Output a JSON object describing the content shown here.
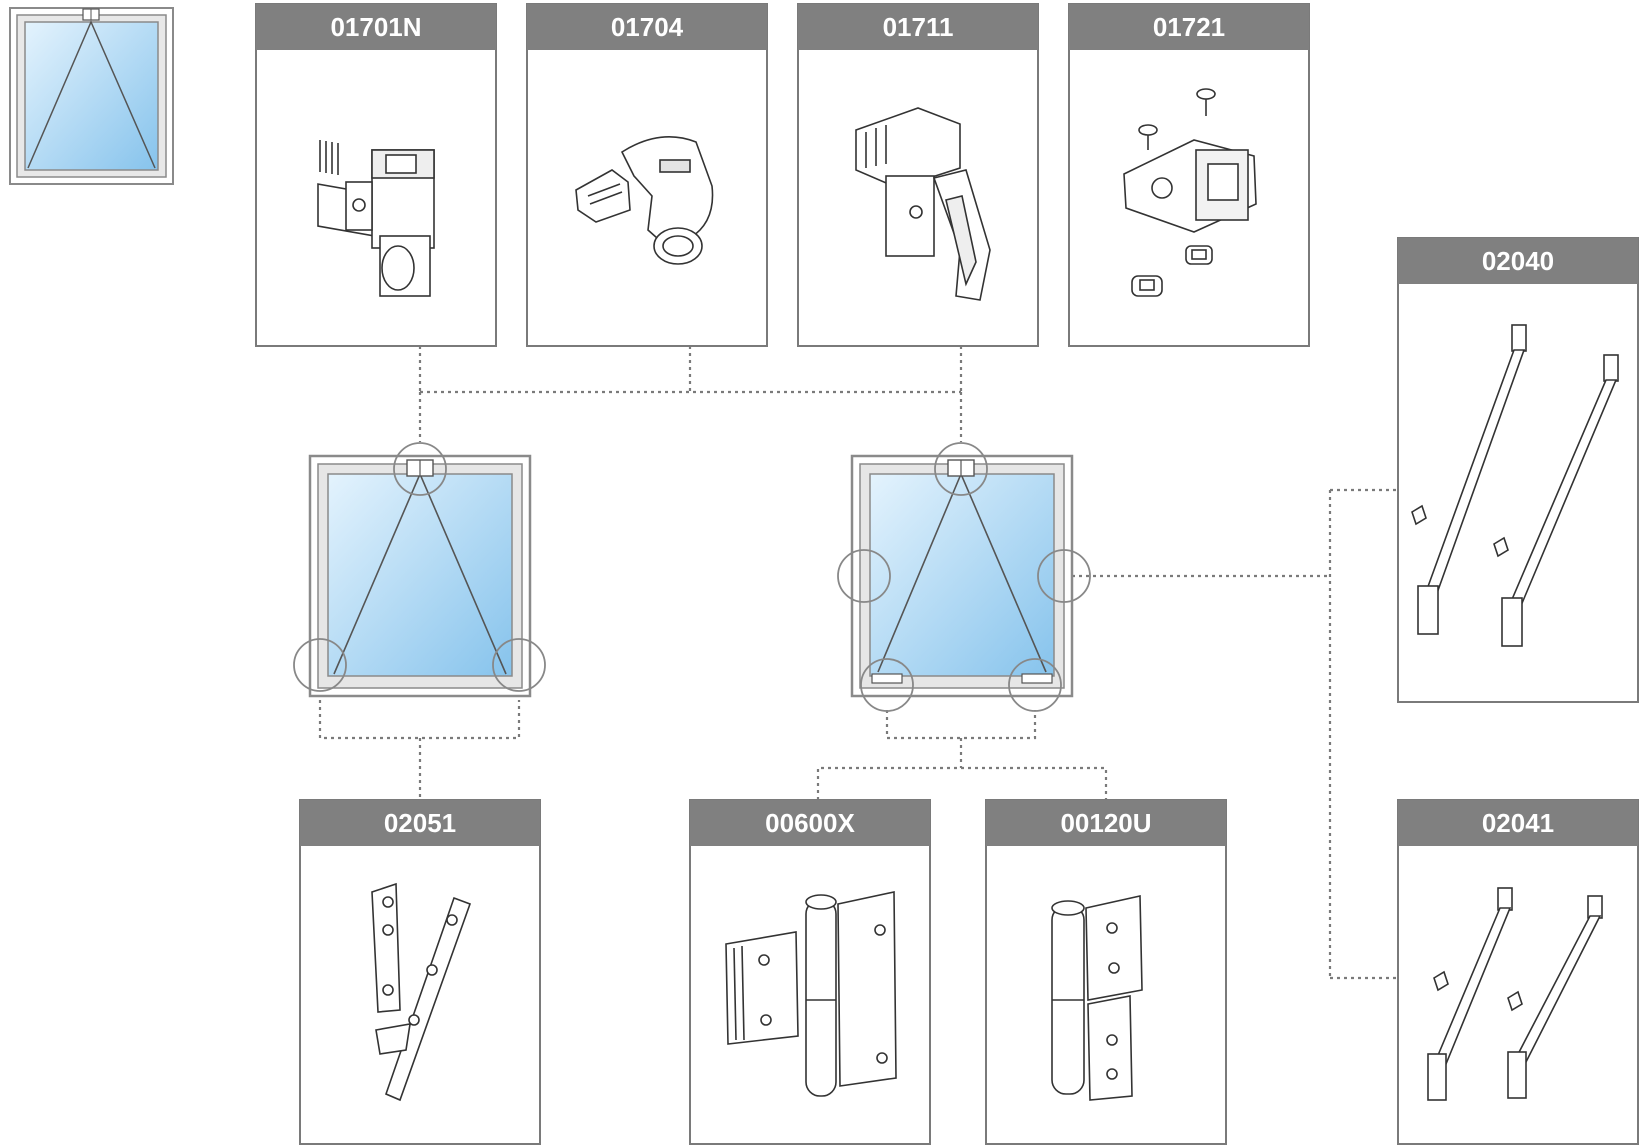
{
  "colors": {
    "header": "#808080",
    "border": "#7a7a7a",
    "line": "#777777",
    "glass_top": "#d6ecfb",
    "glass_bottom": "#8ec9ef",
    "frame": "#cfcfcf"
  },
  "cards": [
    {
      "id": "01701N",
      "icon": "fastener-latch-icon"
    },
    {
      "id": "01704",
      "icon": "fastener-ring-icon"
    },
    {
      "id": "01711",
      "icon": "fastener-handle-icon"
    },
    {
      "id": "01721",
      "icon": "fastener-screws-icon"
    },
    {
      "id": "02040",
      "icon": "stay-arm-long-icon"
    },
    {
      "id": "02051",
      "icon": "friction-stay-icon"
    },
    {
      "id": "00600X",
      "icon": "hinge-flag-icon"
    },
    {
      "id": "00120U",
      "icon": "hinge-lift-icon"
    },
    {
      "id": "02041",
      "icon": "stay-arm-short-icon"
    }
  ]
}
